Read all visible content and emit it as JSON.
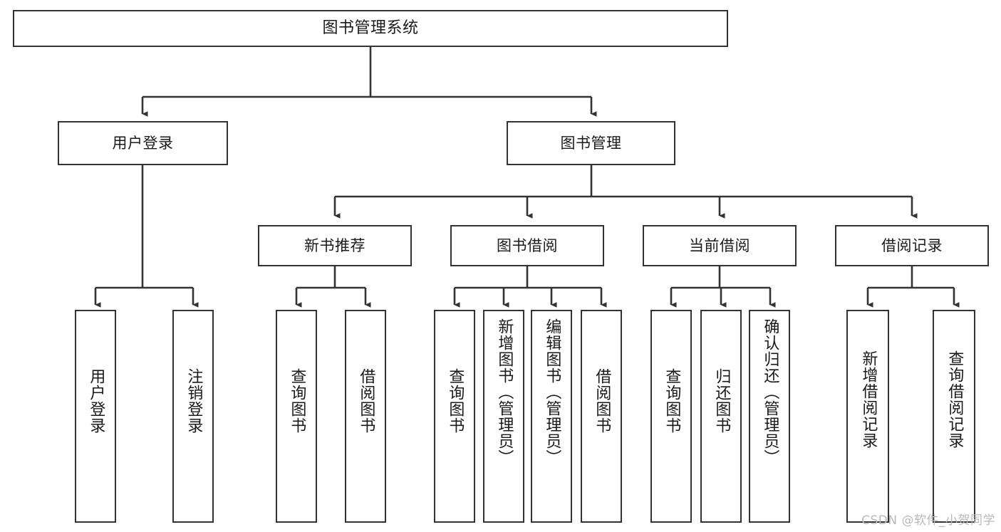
{
  "diagram": {
    "type": "tree-hierarchy",
    "title": "图书管理系统",
    "watermark": "CSDN @软件_小贺同学",
    "colors": {
      "border": "#333333",
      "background": "#ffffff",
      "text": "#1a1a1a",
      "watermark": "#b9b9b9"
    },
    "root": {
      "label": "图书管理系统"
    },
    "level2": [
      {
        "label": "用户登录"
      },
      {
        "label": "图书管理"
      }
    ],
    "level3": [
      {
        "label": "新书推荐"
      },
      {
        "label": "图书借阅"
      },
      {
        "label": "当前借阅"
      },
      {
        "label": "借阅记录"
      }
    ],
    "leaves": {
      "user_login": [
        {
          "label": "用户登录"
        },
        {
          "label": "注销登录"
        }
      ],
      "new_book": [
        {
          "label": "查询图书"
        },
        {
          "label": "借阅图书"
        }
      ],
      "book_borrow": [
        {
          "label": "查询图书"
        },
        {
          "label": "新增图书（管理员）"
        },
        {
          "label": "编辑图书（管理员）"
        },
        {
          "label": "借阅图书"
        }
      ],
      "current_borrow": [
        {
          "label": "查询图书"
        },
        {
          "label": "归还图书"
        },
        {
          "label": "确认归还（管理员）"
        }
      ],
      "borrow_record": [
        {
          "label": "新增借阅记录"
        },
        {
          "label": "查询借阅记录"
        }
      ]
    }
  }
}
